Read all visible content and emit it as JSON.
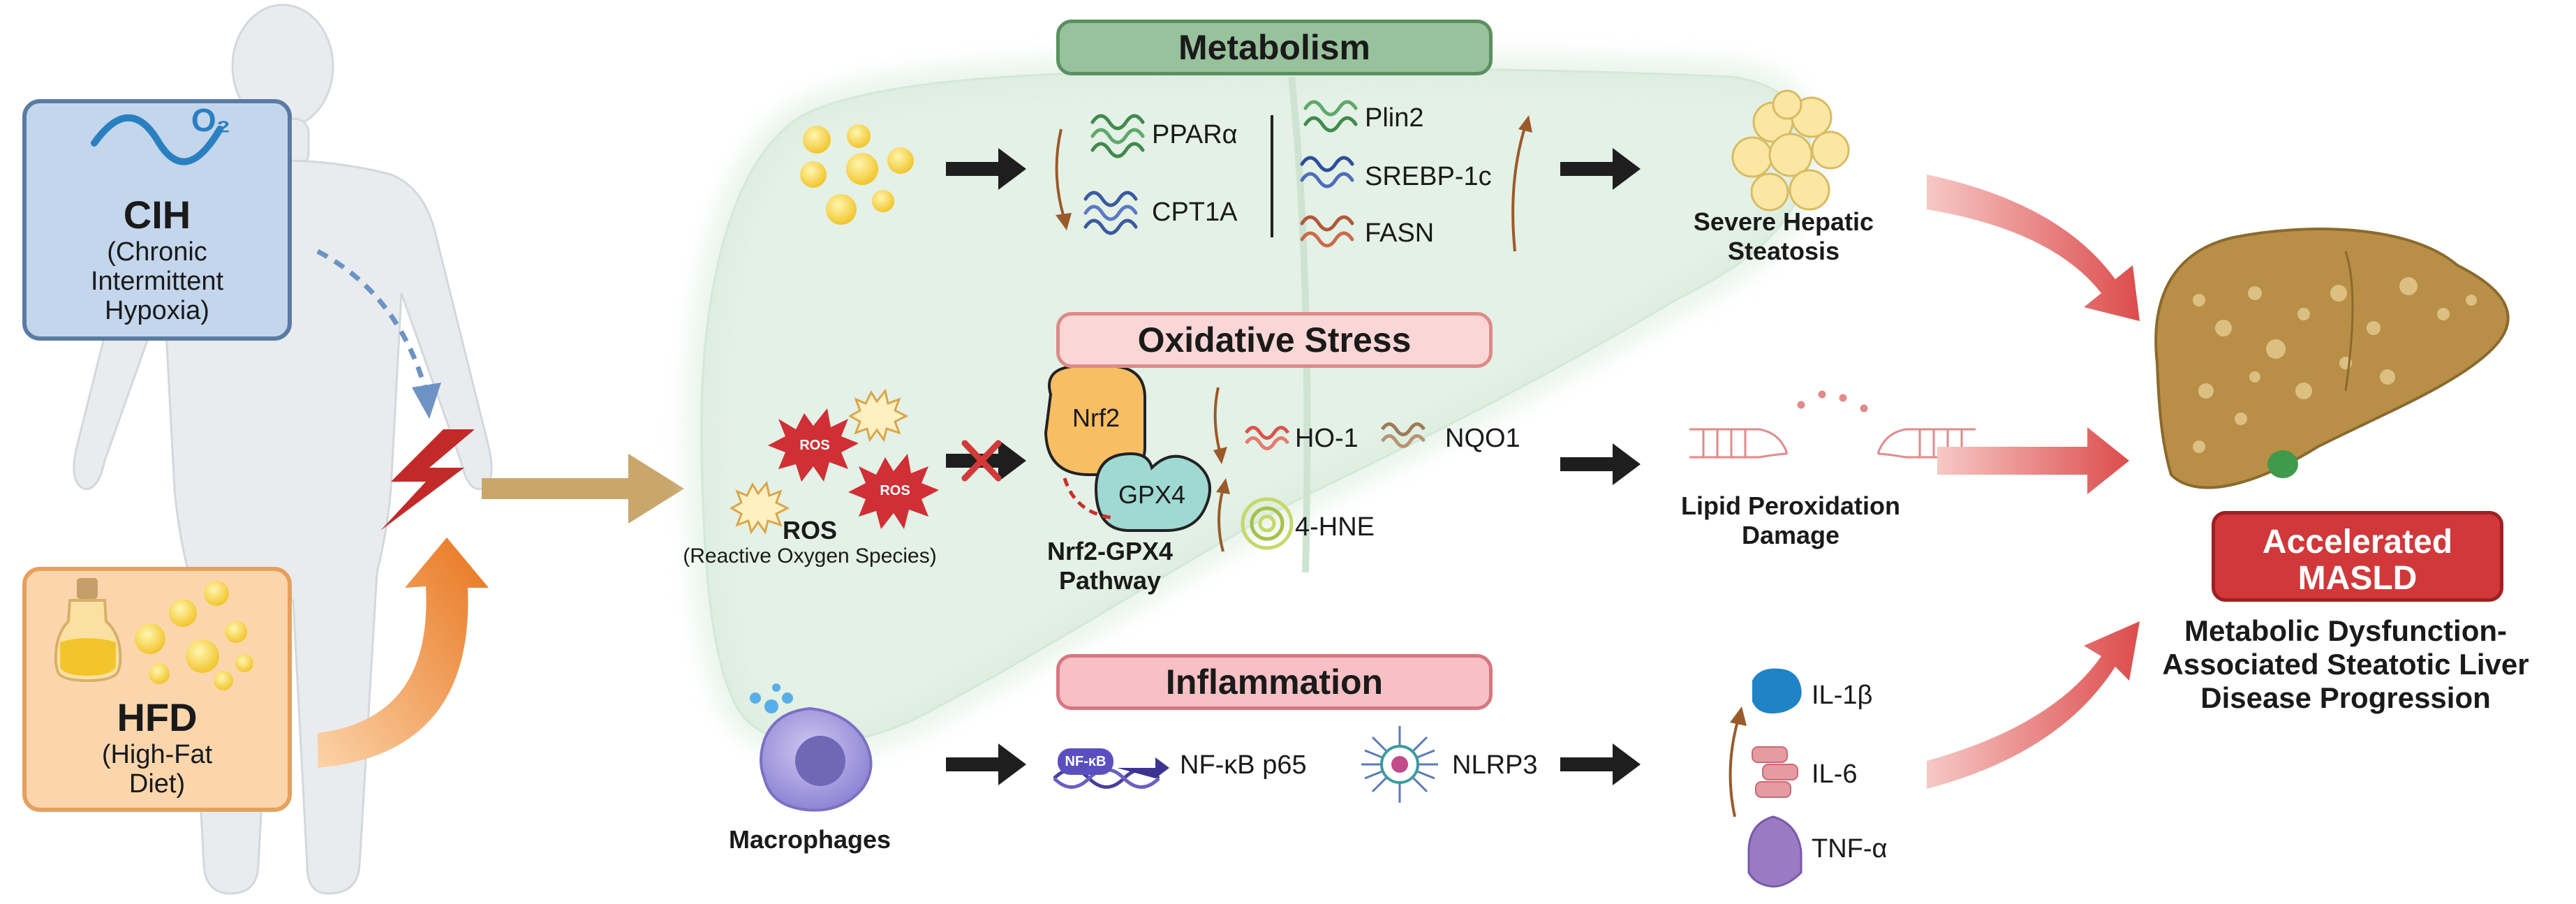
{
  "colors": {
    "metabolism_bg": "#97c29c",
    "oxidative_bg": "#fbd6d6",
    "inflammation_bg": "#f6c0c4",
    "liver_bg": "#e4f1e6",
    "cih_box": "#c3d6ec",
    "hfd_box": "#fbd6ad",
    "masld_red": "#d0383a",
    "arrow_dark": "#1e1e1e",
    "arrow_red": "#e06464",
    "arrow_gold": "#c9a66b",
    "fatty_liver": "#b98e47"
  },
  "icons": [
    "oxygen-wave-icon",
    "oil-bottle-icon",
    "human-silhouette-icon",
    "lightning-icon",
    "lipid-droplet-icon",
    "ros-burst-icon",
    "protein-icon",
    "macrophage-icon",
    "nfkb-dna-icon",
    "nlrp3-inflammasome-icon",
    "membrane-icon",
    "fatty-liver-icon"
  ],
  "left": {
    "cih": {
      "title": "CIH",
      "o2": "O₂",
      "line1": "(Chronic",
      "line2": "Intermittent",
      "line3": "Hypoxia)"
    },
    "hfd": {
      "title": "HFD",
      "line1": "(High-Fat",
      "line2": "Diet)"
    }
  },
  "metabolism": {
    "banner": "Metabolism",
    "down": [
      "PPARα",
      "CPT1A"
    ],
    "up": [
      "Plin2",
      "SREBP-1c",
      "FASN"
    ],
    "outcome_line1": "Severe Hepatic",
    "outcome_line2": "Steatosis"
  },
  "oxidative": {
    "banner": "Oxidative Stress",
    "ros": "ROS",
    "ros_sub": "(Reactive Oxygen Species)",
    "ros_badge": "ROS",
    "nrf2": "Nrf2",
    "gpx4": "GPX4",
    "pathway_line1": "Nrf2-GPX4",
    "pathway_line2": "Pathway",
    "ho1": "HO-1",
    "nqo1": "NQO1",
    "hne": "4-HNE",
    "outcome_line1": "Lipid Peroxidation",
    "outcome_line2": "Damage"
  },
  "inflammation": {
    "banner": "Inflammation",
    "macrophages": "Macrophages",
    "nfkb_badge": "NF-κB",
    "nfkb": "NF-κB p65",
    "nlrp3": "NLRP3",
    "cytokines": [
      "IL-1β",
      "IL-6",
      "TNF-α"
    ]
  },
  "result": {
    "title_line1": "Accelerated",
    "title_line2": "MASLD",
    "desc_line1": "Metabolic Dysfunction-",
    "desc_line2": "Associated Steatotic Liver",
    "desc_line3": "Disease Progression"
  }
}
